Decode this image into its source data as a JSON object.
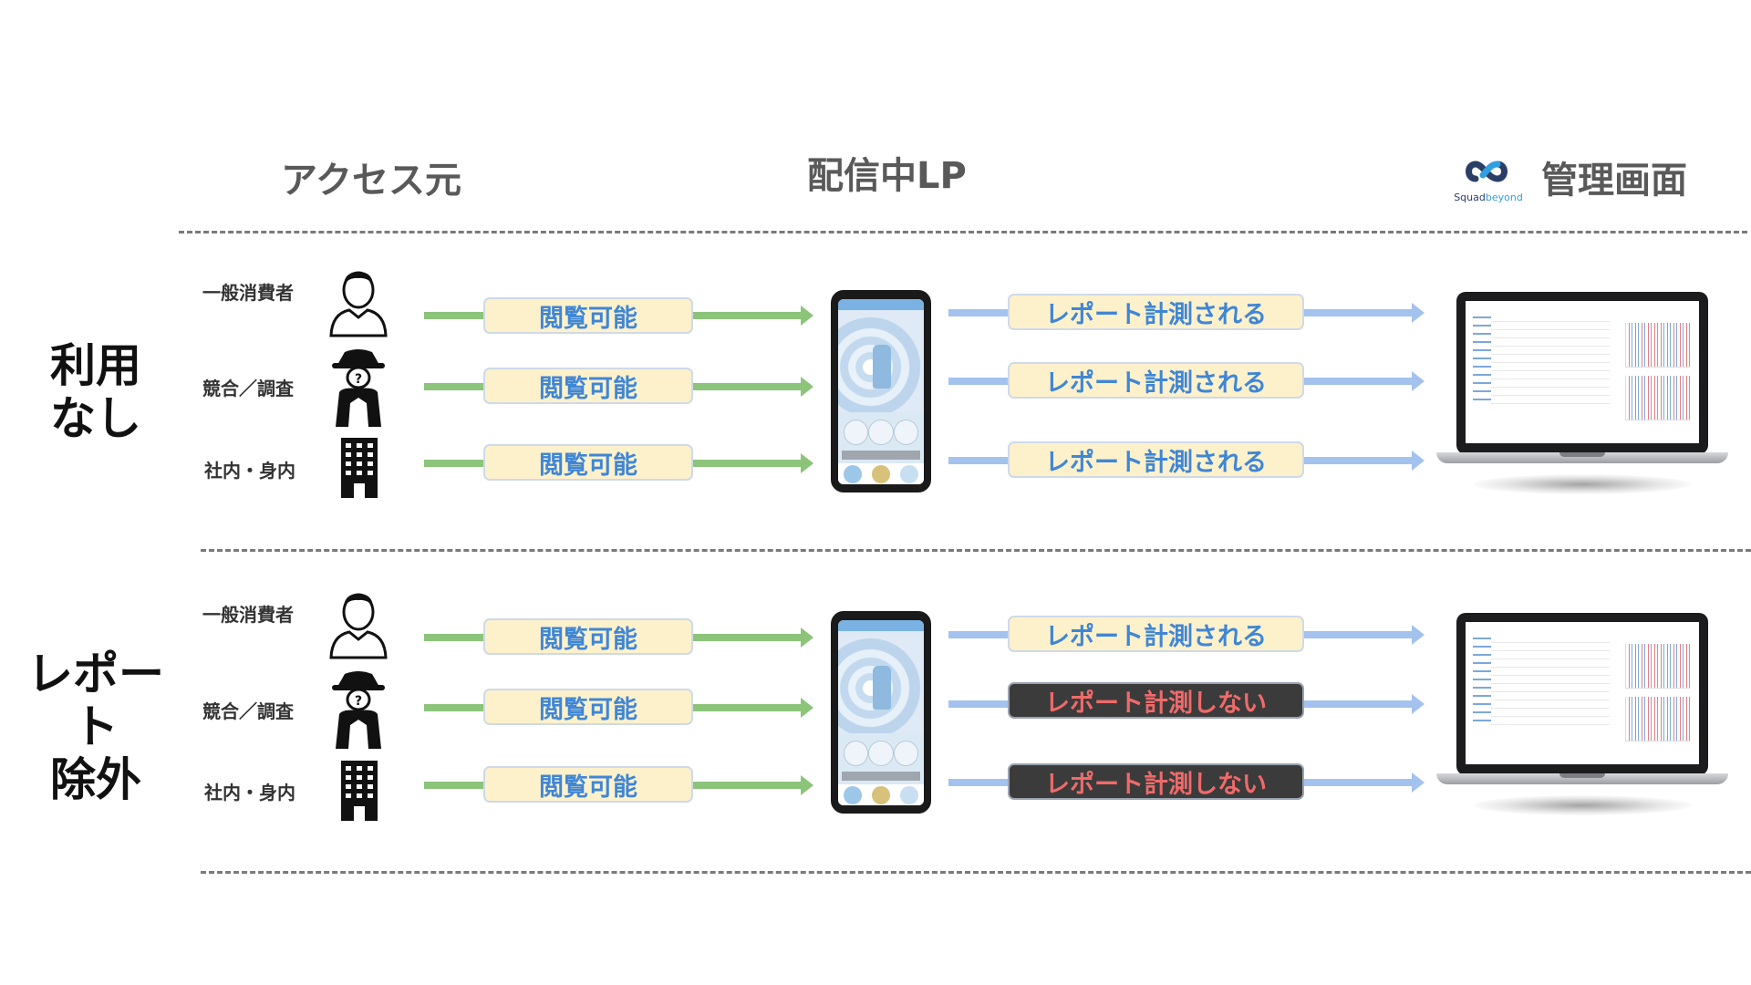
{
  "headers": {
    "source": "アクセス元",
    "lp": "配信中LP",
    "admin": "管理画面"
  },
  "logo": {
    "name": "squad-beyond-logo",
    "text_a": "Squad",
    "text_b": "beyond"
  },
  "sections": [
    {
      "label_line1": "利用",
      "label_line2": "なし",
      "rows": [
        {
          "source": "一般消費者",
          "icon": "person-icon",
          "access": "閲覧可能",
          "report": "レポート計測される",
          "excluded": false
        },
        {
          "source": "競合／調査",
          "icon": "spy-icon",
          "access": "閲覧可能",
          "report": "レポート計測される",
          "excluded": false
        },
        {
          "source": "社内・身内",
          "icon": "building-icon",
          "access": "閲覧可能",
          "report": "レポート計測される",
          "excluded": false
        }
      ]
    },
    {
      "label_line1": "レポート",
      "label_line2": "除外",
      "rows": [
        {
          "source": "一般消費者",
          "icon": "person-icon",
          "access": "閲覧可能",
          "report": "レポート計測される",
          "excluded": false
        },
        {
          "source": "競合／調査",
          "icon": "spy-icon",
          "access": "閲覧可能",
          "report": "レポート計測しない",
          "excluded": true
        },
        {
          "source": "社内・身内",
          "icon": "building-icon",
          "access": "閲覧可能",
          "report": "レポート計測しない",
          "excluded": true
        }
      ]
    }
  ],
  "colors": {
    "access_arrow": "#8cc47a",
    "report_arrow": "#a4c2ee",
    "pill_text": "#3f86d6",
    "excluded_text": "#f06a6a"
  }
}
